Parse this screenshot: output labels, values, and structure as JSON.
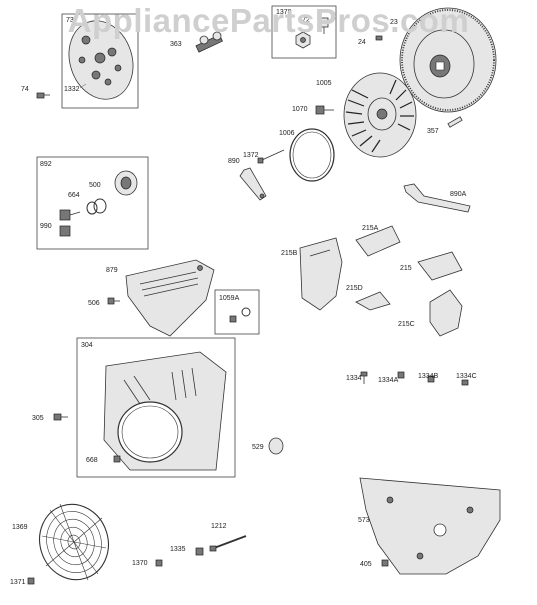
{
  "watermark": "AppliancePartsPros.com",
  "parts": {
    "p73": "73",
    "p74": "74",
    "p1332": "1332",
    "p363": "363",
    "p1378": "1378",
    "p72": "72",
    "p24": "24",
    "p23": "23",
    "p1005": "1005",
    "p1070": "1070",
    "p357": "357",
    "p1006": "1006",
    "p890": "890",
    "p1372": "1372",
    "p892": "892",
    "p500": "500",
    "p664": "664",
    "p990": "990",
    "p890A": "890A",
    "p879": "879",
    "p215A": "215A",
    "p215B": "215B",
    "p215": "215",
    "p215D": "215D",
    "p215C": "215C",
    "p506": "506",
    "p1059A": "1059A",
    "p304": "304",
    "p1334": "1334",
    "p1334A": "1334A",
    "p1334B": "1334B",
    "p1334C": "1334C",
    "p305": "305",
    "p529": "529",
    "p668": "668",
    "p1369": "1369",
    "p1212": "1212",
    "p573": "573",
    "p1335": "1335",
    "p1370": "1370",
    "p405": "405",
    "p1371": "1371"
  }
}
